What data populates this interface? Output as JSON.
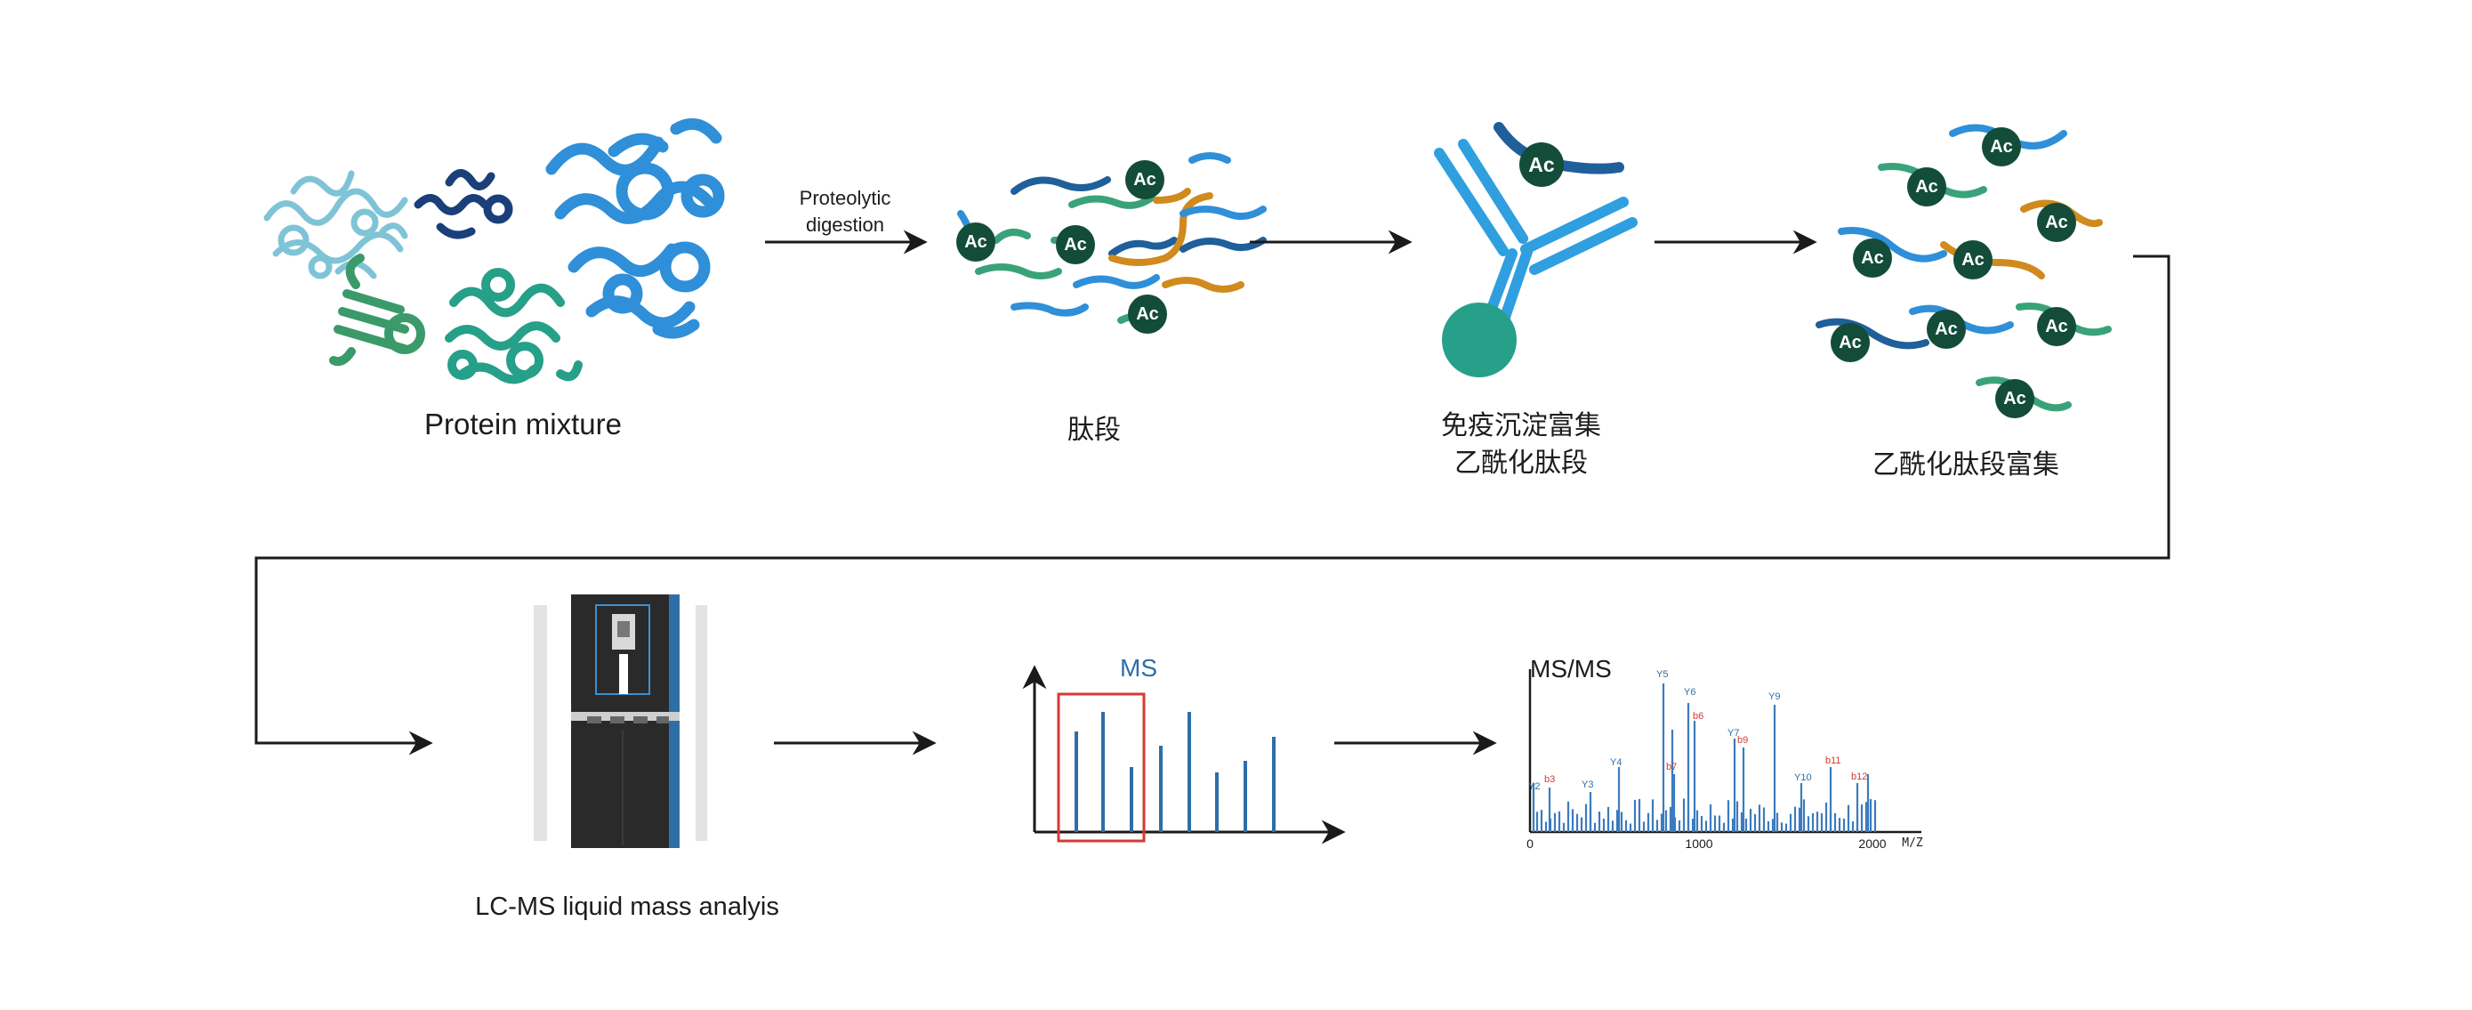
{
  "steps": {
    "protein": {
      "label": "Protein  mixture"
    },
    "digest": {
      "line1": "Proteolytic",
      "line2": "digestion"
    },
    "peptides": {
      "label": "肽段"
    },
    "ip": {
      "line1": "免疫沉淀富集",
      "line2": "乙酰化肽段"
    },
    "enriched": {
      "label": "乙酰化肽段富集"
    },
    "lcms": {
      "label": "LC-MS liquid mass analyis"
    },
    "ms": {
      "label": "MS"
    },
    "msms": {
      "label": "MS/MS"
    }
  },
  "ac_badge": "Ac",
  "msms_axis": {
    "ticks": [
      "0",
      "1000",
      "2000"
    ],
    "unit": "M/Z"
  },
  "msms_labels": [
    "Y2",
    "b3",
    "Y3",
    "Y4",
    "Y5",
    "Y6",
    "b6",
    "b7",
    "Y7",
    "b9",
    "Y9",
    "Y10",
    "b11",
    "b12"
  ],
  "colors": {
    "blue": "#2f8fd8",
    "dark_blue": "#1f5f9a",
    "navy": "#1a3f7a",
    "green": "#3aa27a",
    "teal": "#26a088",
    "orange": "#d08a1e",
    "badge": "#134d3a",
    "red": "#d63a32",
    "ms_bar": "#2e6ea8",
    "arrow": "#1a1a1a"
  }
}
